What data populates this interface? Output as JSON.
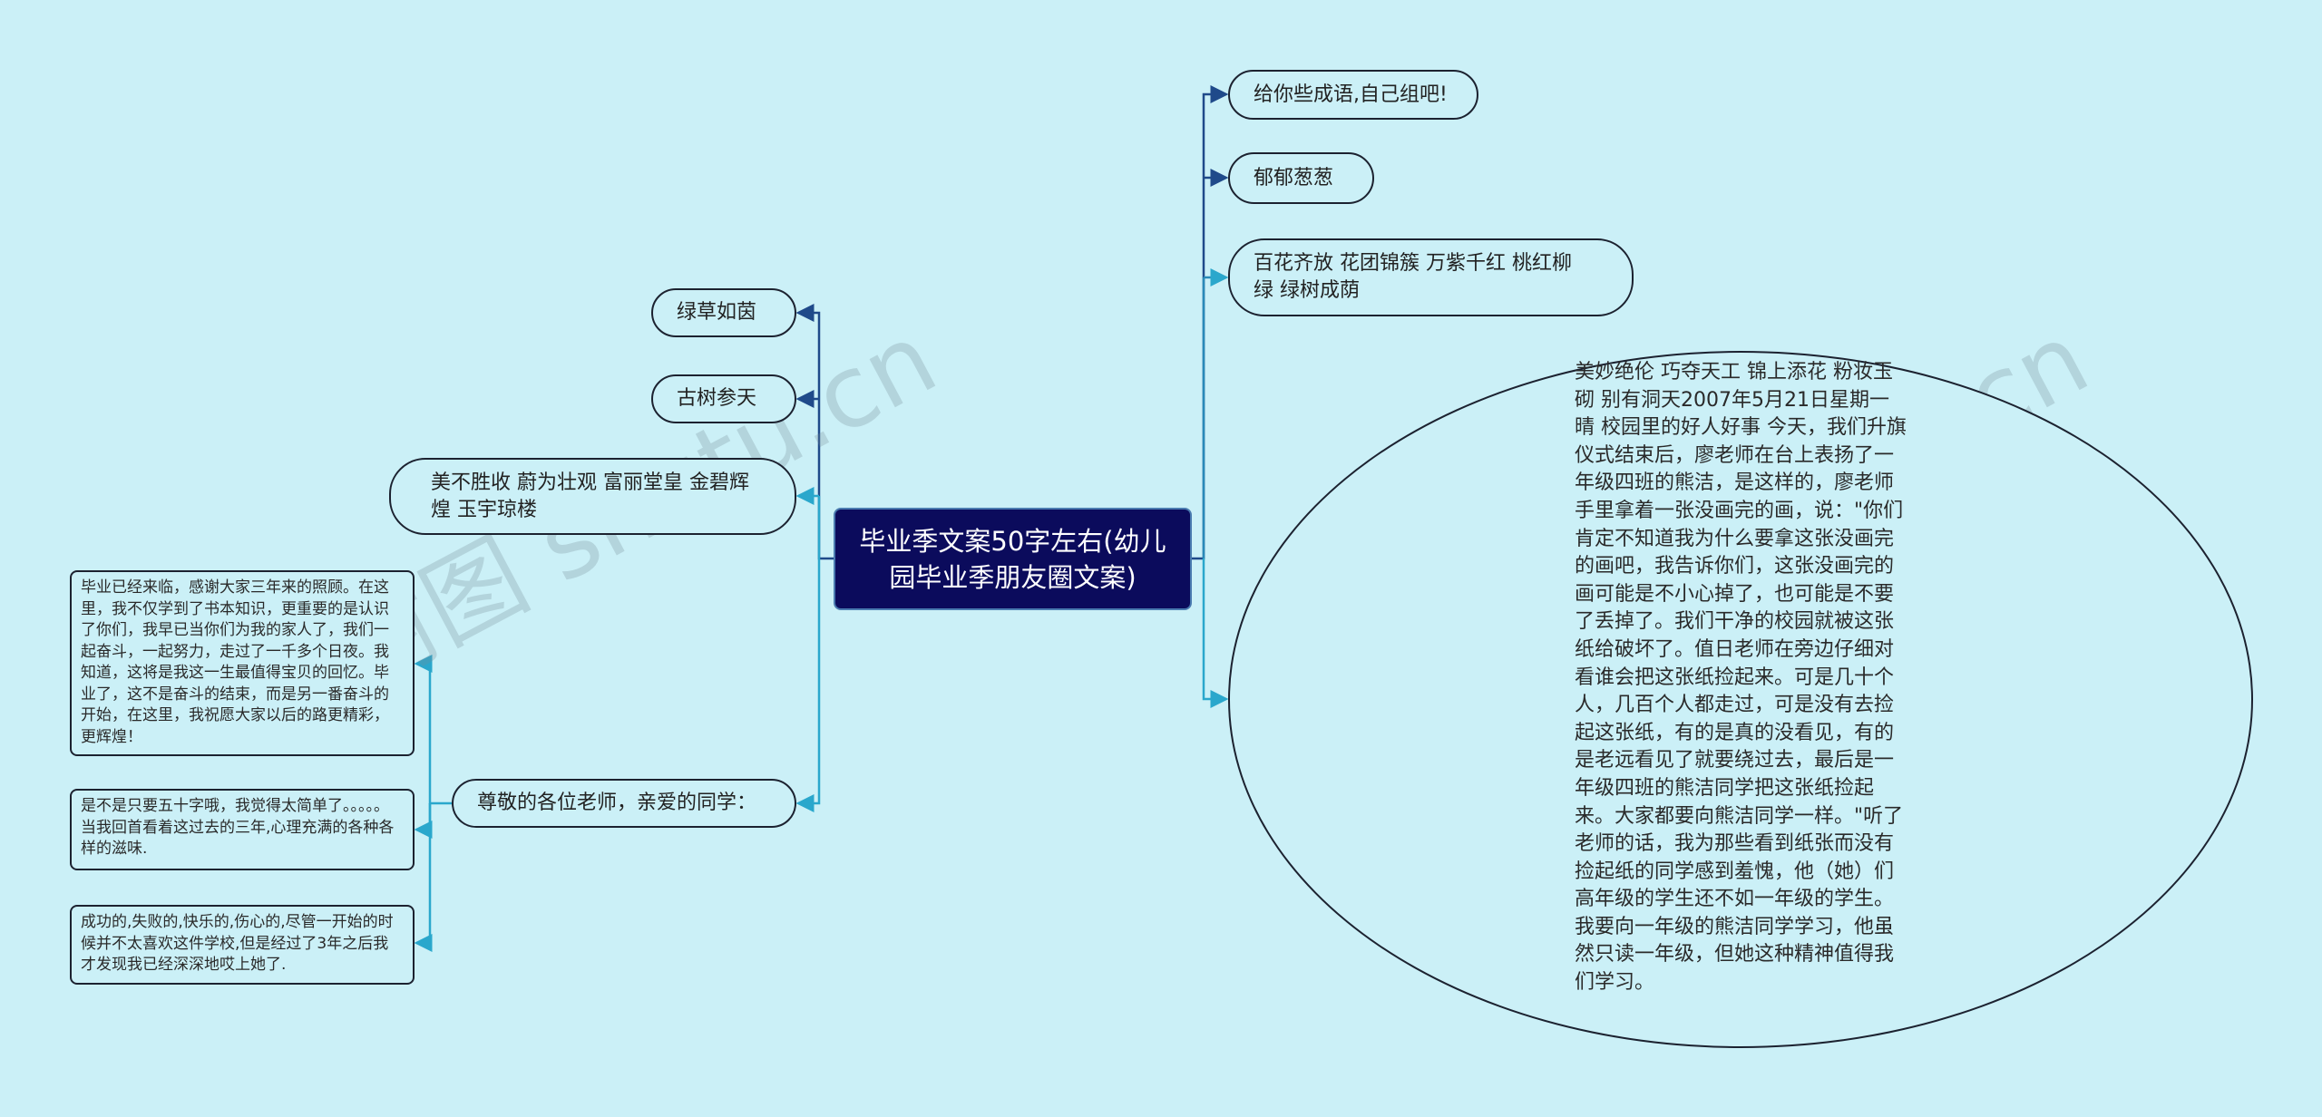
{
  "center": {
    "title": "毕业季文案50字左右(幼儿园毕业季朋友圈文案)"
  },
  "right": {
    "nodes": [
      {
        "label": "给你些成语,自己组吧!"
      },
      {
        "label": "郁郁葱葱"
      },
      {
        "label": "百花齐放  花团锦簇  万紫千红  桃红柳绿  绿树成荫"
      },
      {
        "label": "美妙绝伦  巧夺天工  锦上添花  粉妆玉砌  别有洞天2007年5月21日星期一 晴 校园里的好人好事 今天，我们升旗仪式结束后，廖老师在台上表扬了一年级四班的熊洁，是这样的，廖老师手里拿着一张没画完的画，说：\"你们肯定不知道我为什么要拿这张没画完的画吧，我告诉你们，这张没画完的画可能是不小心掉了，也可能是不要了丢掉了。我们干净的校园就被这张纸给破坏了。值日老师在旁边仔细对看谁会把这张纸捡起来。可是几十个人，几百个人都走过，可是没有去捡起这张纸，有的是真的没看见，有的是老远看见了就要绕过去，最后是一年级四班的熊洁同学把这张纸捡起来。大家都要向熊洁同学一样。\"听了老师的话，我为那些看到纸张而没有捡起纸的同学感到羞愧，他（她）们高年级的学生还不如一年级的学生。我要向一年级的熊洁同学学习，他虽然只读一年级，但她这种精神值得我们学习。"
      }
    ]
  },
  "left": {
    "nodes": [
      {
        "label": "绿草如茵"
      },
      {
        "label": "古树参天"
      },
      {
        "label": "美不胜收  蔚为壮观  富丽堂皇  金碧辉煌  玉宇琼楼"
      },
      {
        "label": "尊敬的各位老师，亲爱的同学：",
        "children": [
          {
            "label": "毕业已经来临，感谢大家三年来的照顾。在这里，我不仅学到了书本知识，更重要的是认识了你们，我早已当你们为我的家人了，我们一起奋斗，一起努力，走过了一千多个日夜。我知道，这将是我这一生最值得宝贝的回忆。毕业了，这不是奋斗的结束，而是另一番奋斗的开始，在这里，我祝愿大家以后的路更精彩，更辉煌！"
          },
          {
            "label": "是不是只要五十字哦，我觉得太简单了。。。。。当我回首看着这过去的三年,心理充满的各种各样的滋味."
          },
          {
            "label": "成功的,失败的,快乐的,伤心的,尽管一开始的时候并不太喜欢这件学校,但是经过了3年之后我才发现我已经深深地哎上她了."
          }
        ]
      }
    ]
  },
  "watermark": "树图 shutu.cn",
  "colors": {
    "background": "#cbf0f7",
    "center_fill": "#0b0b5c",
    "link_dark": "#1f4a8a",
    "link_light": "#2aa7cc"
  }
}
